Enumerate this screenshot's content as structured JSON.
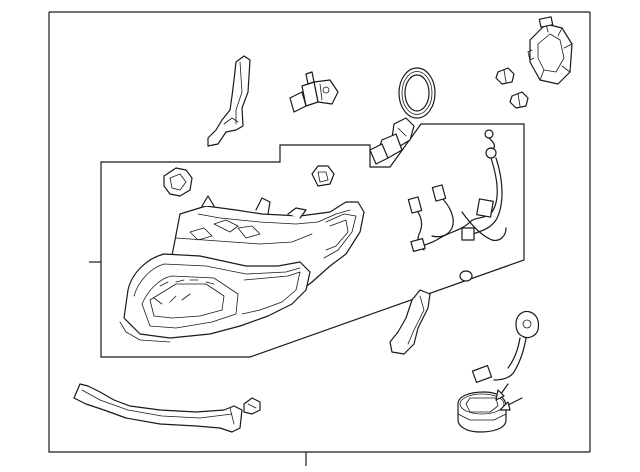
{
  "diagram": {
    "type": "exploded-parts-view",
    "subject": "headlamp-assembly",
    "line_color": "#1a1a1a",
    "background": "#ffffff",
    "parts": [
      "headlamp-housing",
      "mounting-bracket-upper",
      "halogen-bulb",
      "bulb-seal-ring",
      "dust-cover-cap",
      "wedge-bulb",
      "turn-signal-bulb-socket",
      "side-marker-bulb",
      "adjuster-clip",
      "retainer-clip",
      "wiring-harness",
      "harness-connector",
      "small-grommet",
      "side-bracket",
      "hid-igniter-harness",
      "hid-ballast",
      "lower-filler-panel",
      "panel-clip"
    ],
    "callouts": []
  }
}
